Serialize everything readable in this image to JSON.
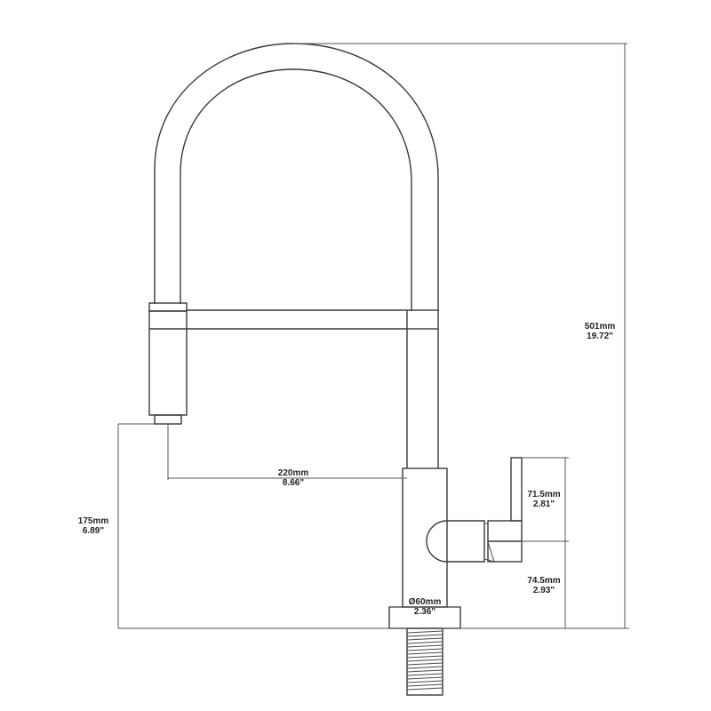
{
  "drawing": {
    "subject": "pull-down kitchen faucet technical dimension drawing",
    "line_color": "#3a3a3a",
    "background": "#ffffff"
  },
  "dimensions": {
    "overall_height": {
      "metric": "501mm",
      "imperial": "19.72\""
    },
    "reach": {
      "metric": "220mm",
      "imperial": "8.66\""
    },
    "spout_clearance": {
      "metric": "175mm",
      "imperial": "6.89\""
    },
    "handle_height": {
      "metric": "71.5mm",
      "imperial": "2.81\""
    },
    "handle_axis_height": {
      "metric": "74.5mm",
      "imperial": "2.93\""
    },
    "base_diameter": {
      "metric": "Ø60mm",
      "imperial": "2.36\""
    }
  }
}
